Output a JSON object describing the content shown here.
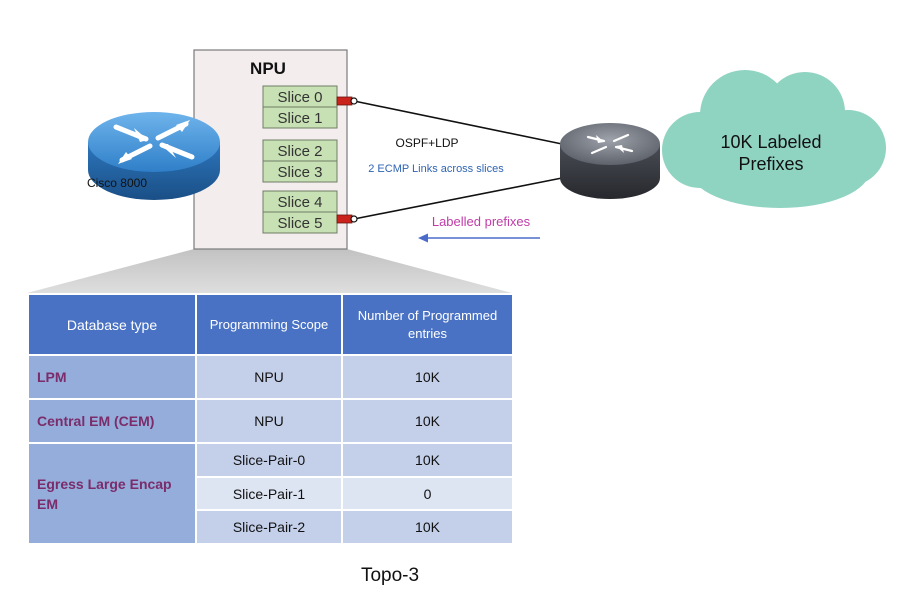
{
  "npu": {
    "title": "NPU",
    "slices": [
      "Slice 0",
      "Slice 1",
      "Slice 2",
      "Slice 3",
      "Slice 4",
      "Slice 5"
    ]
  },
  "router_label": "Cisco 8000",
  "links": {
    "protocol": "OSPF+LDP",
    "ecmp": "2 ECMP Links across slices",
    "labelled": "Labelled prefixes"
  },
  "cloud": {
    "line1": "10K Labeled",
    "line2": "Prefixes"
  },
  "table": {
    "headers": [
      "Database type",
      "Programming Scope",
      "Number of Programmed entries"
    ],
    "rows": [
      {
        "type": "LPM",
        "scope": "NPU",
        "value": "10K"
      },
      {
        "type": "Central EM (CEM)",
        "scope": "NPU",
        "value": "10K"
      },
      {
        "type": "Egress Large Encap EM",
        "scope": "Slice-Pair-0",
        "value": "10K"
      },
      {
        "scope": "Slice-Pair-1",
        "value": "0"
      },
      {
        "scope": "Slice-Pair-2",
        "value": "10K"
      }
    ]
  },
  "caption": "Topo-3",
  "colors": {
    "header_blue": "#4a72c4",
    "type_cell": "#94addb",
    "value_cell": "#c4d0ea",
    "type_text": "#7b2c6a",
    "slice_fill": "#c8e1b4",
    "cloud": "#8fd3c1",
    "ecmp_text": "#2f64b4",
    "labelled_text": "#c03ca8",
    "arrow": "#4a6bc8"
  }
}
